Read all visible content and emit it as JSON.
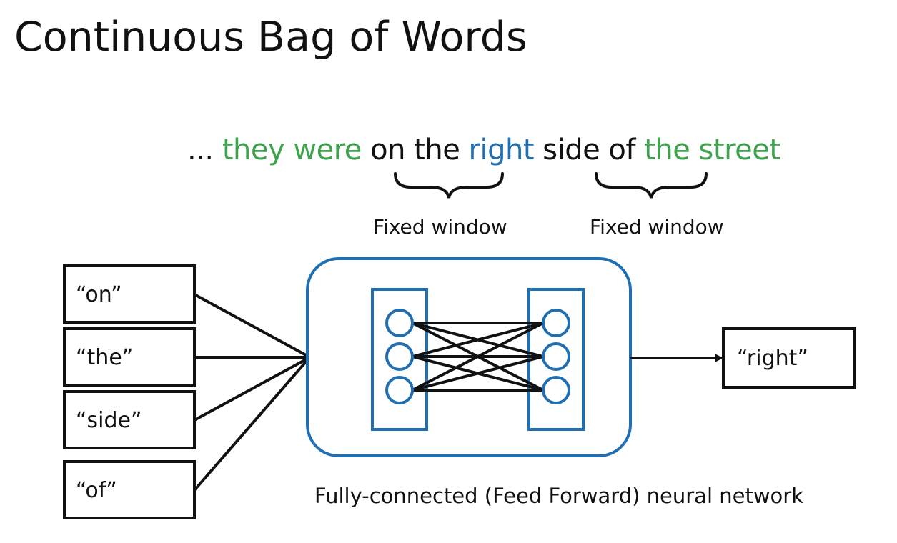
{
  "title": "Continuous Bag of Words",
  "sentence": {
    "ellipsis": "...",
    "left_context": "they were",
    "window_left": "on the",
    "target": "right",
    "window_right": "side of",
    "right_context": "the street"
  },
  "window_labels": [
    "Fixed window",
    "Fixed window"
  ],
  "context_words": [
    "“on”",
    "“the”",
    "“side”",
    "“of”"
  ],
  "output_word": "“right”",
  "network_label": "Fully-connected (Feed Forward) neural network",
  "colors": {
    "context_green": "#3fa34d",
    "target_blue": "#1f6fb2",
    "network_blue": "#1f6fb2",
    "text": "#111111"
  },
  "network": {
    "layers": 2,
    "neurons_per_layer": 3,
    "fully_connected": true
  }
}
